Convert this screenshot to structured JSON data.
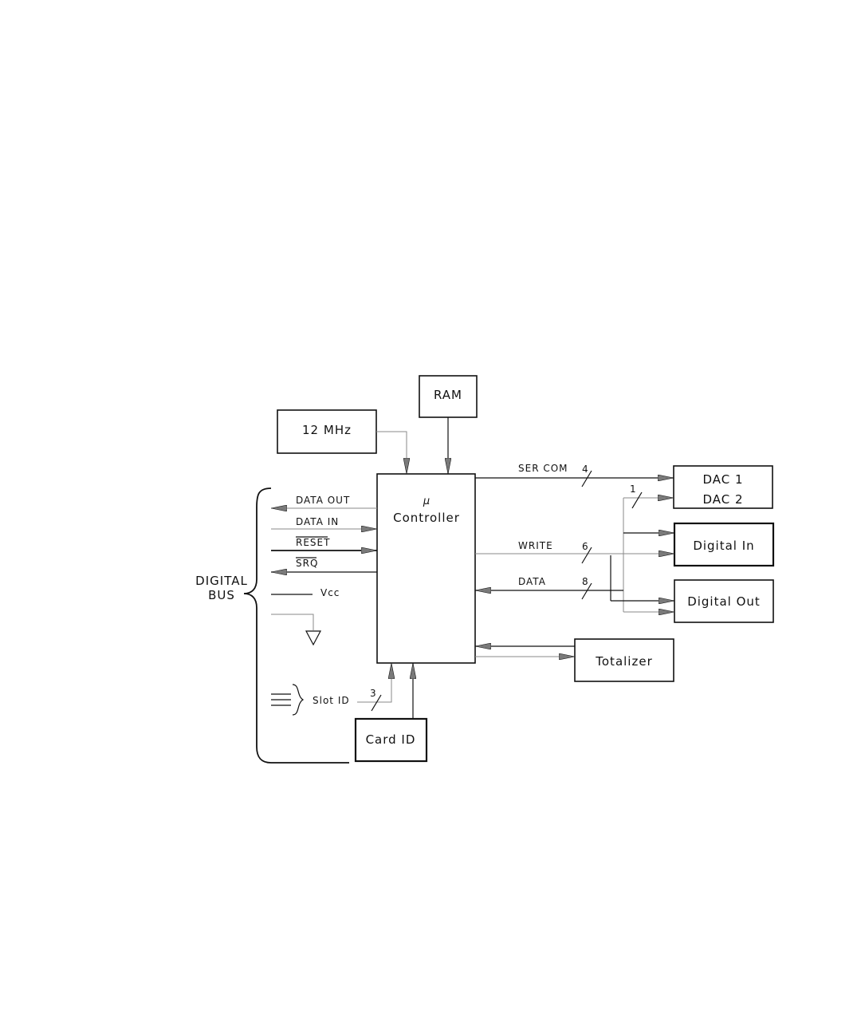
{
  "blocks": {
    "ram": "RAM",
    "clock": "12 MHz",
    "controller_mu": "μ",
    "controller": "Controller",
    "dac1": "DAC 1",
    "dac2": "DAC 2",
    "digital_in": "Digital In",
    "digital_out": "Digital Out",
    "totalizer": "Totalizer",
    "card_id": "Card ID"
  },
  "bus": {
    "label_line1": "DIGITAL",
    "label_line2": "BUS",
    "data_out": "DATA OUT",
    "data_in": "DATA IN",
    "reset": "RESET",
    "srq": "SRQ",
    "vcc": "Vcc",
    "slot_id": "Slot ID",
    "slot_id_width": "3"
  },
  "links": {
    "ser_com": "SER COM",
    "ser_com_width": "4",
    "dac_width": "1",
    "write": "WRITE",
    "write_width": "6",
    "data": "DATA",
    "data_width": "8"
  }
}
